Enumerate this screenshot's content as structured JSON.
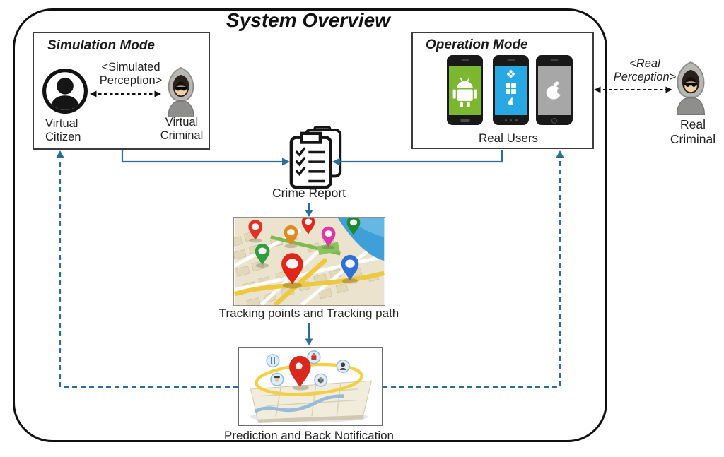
{
  "header": {
    "title": "System Overview"
  },
  "simulation_mode": {
    "title": "Simulation Mode",
    "perception_label": "<Simulated\nPerception>",
    "virtual_citizen_label": "Virtual\nCitizen",
    "virtual_criminal_label": "Virtual\nCriminal"
  },
  "operation_mode": {
    "title": "Operation Mode",
    "real_users_label": "Real Users",
    "platforms": [
      "android",
      "windows",
      "apple"
    ]
  },
  "external": {
    "perception_label": "<Real\nPerception>",
    "real_criminal_label": "Real\nCriminal"
  },
  "pipeline": {
    "crime_report_label": "Crime Report",
    "tracking_caption": "Tracking points and Tracking path",
    "prediction_caption": "Prediction and Back Notification"
  },
  "colors": {
    "connector_blue": "#2B6E96",
    "black_arrow": "#111111",
    "android_green": "#7CB82F",
    "windows_blue": "#29A9E1",
    "apple_gray": "#A7A7A7",
    "pin_red": "#E02619",
    "pin_orange": "#E08B1E",
    "pin_pink": "#E236A8",
    "pin_green": "#2E9E3E",
    "pin_dark_green": "#1D8A2E",
    "pin_blue": "#2F6FD6",
    "prediction_ring_yellow": "#F2CF3A"
  }
}
